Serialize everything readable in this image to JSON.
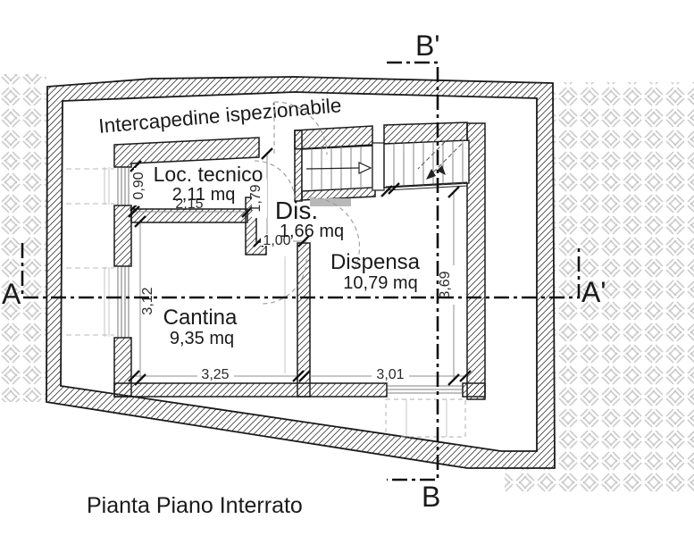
{
  "caption": "Pianta Piano Interrato",
  "cavity_label": "Intercapedine ispezionabile",
  "rooms": {
    "loc_tecnico": {
      "label": "Loc. tecnico",
      "area": "2,11 mq"
    },
    "dis": {
      "label": "Dis.",
      "area": "1,66 mq"
    },
    "dispensa": {
      "label": "Dispensa",
      "area": "10,79 mq"
    },
    "cantina": {
      "label": "Cantina",
      "area": "9,35 mq"
    }
  },
  "dimensions": {
    "loc_window_width": "0,90",
    "loc_width": "2,15",
    "dis_height": "1,79",
    "door_width": "1,00",
    "cantina_height": "3,12",
    "cantina_width": "3,25",
    "dispensa_width": "3,01",
    "dispensa_height": "3,69"
  },
  "sections": {
    "a": "A",
    "a_prime": "A'",
    "b": "B",
    "b_prime": "B'"
  },
  "colors": {
    "wall_hatch": "#3f3f3f",
    "soil_hatch": "#c6c6c6",
    "line": "#1a1a1a",
    "dimension_line": "#8f8f8f",
    "gray_bar": "#b8b8b8"
  }
}
